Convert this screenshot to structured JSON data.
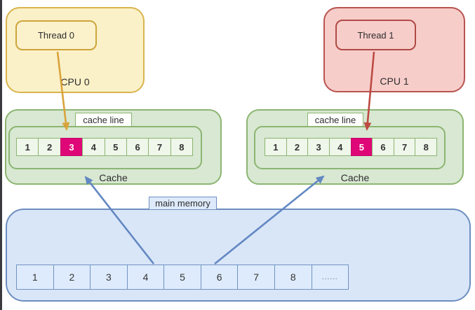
{
  "diagram": {
    "title_implicit": "false sharing cache line diagram",
    "cpu0": {
      "label": "CPU 0",
      "thread_label": "Thread 0"
    },
    "cpu1": {
      "label": "CPU 1",
      "thread_label": "Thread 1"
    },
    "cache_left": {
      "line_label": "cache line",
      "title": "Cache",
      "cells": [
        "1",
        "2",
        "3",
        "4",
        "5",
        "6",
        "7",
        "8"
      ],
      "highlighted_cell": "3"
    },
    "cache_right": {
      "line_label": "cache line",
      "title": "Cache",
      "cells": [
        "1",
        "2",
        "3",
        "4",
        "5",
        "6",
        "7",
        "8"
      ],
      "highlighted_cell": "5"
    },
    "memory": {
      "label": "main memory",
      "cells": [
        "1",
        "2",
        "3",
        "4",
        "5",
        "6",
        "7",
        "8",
        "......"
      ]
    },
    "arrows": [
      {
        "name": "thread0-to-cache-cell-3",
        "color": "#D9A33C"
      },
      {
        "name": "thread1-to-cache-cell-5",
        "color": "#BD4B43"
      },
      {
        "name": "memory-to-left-cache",
        "color": "#6287C2"
      },
      {
        "name": "memory-to-right-cache",
        "color": "#6287C2"
      }
    ],
    "colors": {
      "cpu0_fill": "#FBF1C8",
      "cpu0_border": "#D9B44E",
      "cpu1_fill": "#F7CDCA",
      "cpu1_border": "#B85450",
      "cache_fill": "#D8E8D2",
      "cache_border": "#8CB571",
      "cache_cell_fill": "#EFF6EA",
      "highlight_fill": "#DF0677",
      "memory_fill": "#D9E6F8",
      "memory_border": "#6C8EBF",
      "memory_cell_fill": "#DEEBFC"
    }
  }
}
